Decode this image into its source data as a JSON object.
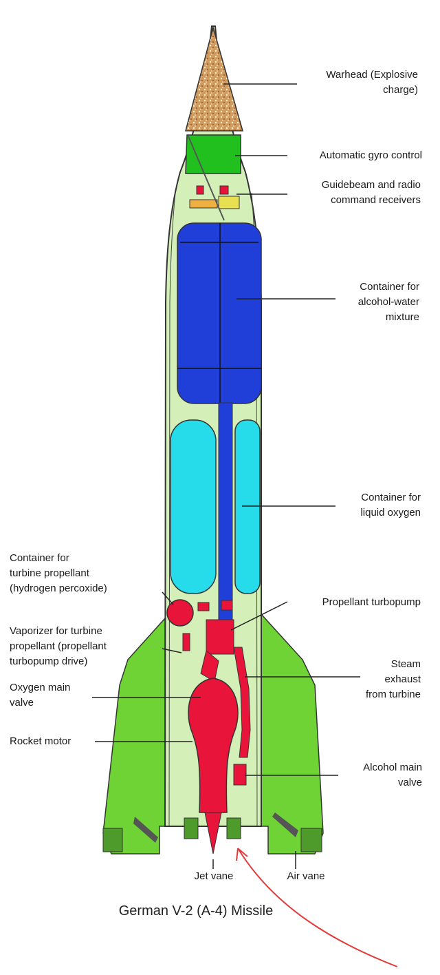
{
  "labels": {
    "warhead": {
      "lines": [
        "Warhead (Explosive",
        "charge)"
      ]
    },
    "gyro": {
      "lines": [
        "Automatic gyro control"
      ]
    },
    "guidebeam": {
      "lines": [
        "Guidebeam and radio",
        "command receivers"
      ]
    },
    "alcohol_container": {
      "lines": [
        "Container for",
        "alcohol-water",
        "mixture"
      ]
    },
    "lox_container": {
      "lines": [
        "Container for",
        "liquid oxygen"
      ]
    },
    "turbine_propellant": {
      "lines": [
        "Container for",
        "turbine propellant",
        "(hydrogen percoxide)"
      ]
    },
    "turbopump": {
      "lines": [
        "Propellant turbopump"
      ]
    },
    "vaporizer": {
      "lines": [
        "Vaporizer for turbine",
        "propellant (propellant",
        "turbopump drive)"
      ]
    },
    "steam_exhaust": {
      "lines": [
        "Steam",
        "exhaust",
        "from turbine"
      ]
    },
    "oxygen_valve": {
      "lines": [
        "Oxygen main",
        "valve"
      ]
    },
    "rocket_motor": {
      "lines": [
        "Rocket motor"
      ]
    },
    "alcohol_valve": {
      "lines": [
        "Alcohol main",
        "valve"
      ]
    },
    "jet_vane": {
      "lines": [
        "Jet vane"
      ]
    },
    "air_vane": {
      "lines": [
        "Air vane"
      ]
    }
  },
  "caption": "German V-2 (A-4) Missile",
  "colors": {
    "body": "#d4f0b8",
    "fins": "#6fd336",
    "fin_tips": "#4e9a2a",
    "warhead": "#d29a5e",
    "gyro": "#22c01f",
    "alcohol_tank": "#1f3fd8",
    "lox_tank": "#26dcea",
    "engine": "#e8143a",
    "annotation": "#e23b3b"
  }
}
